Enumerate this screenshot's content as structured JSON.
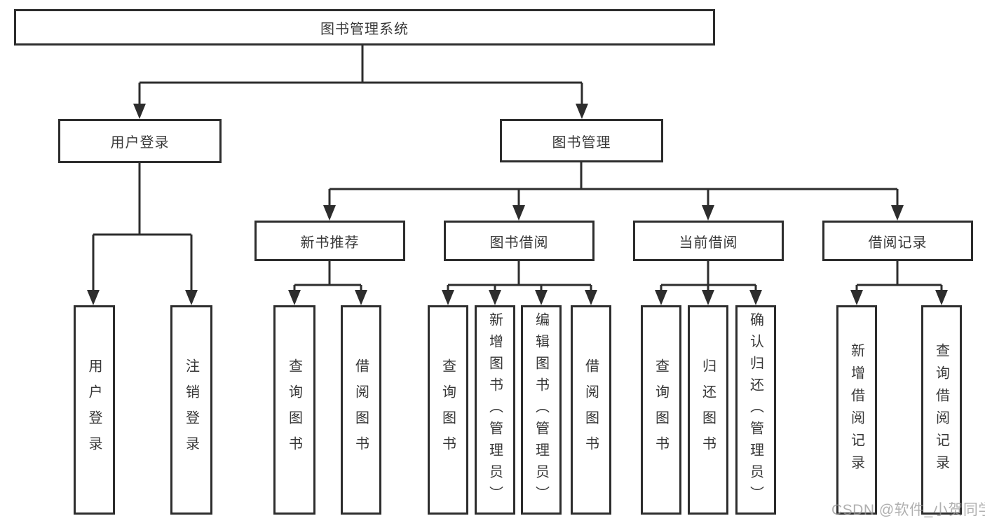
{
  "watermark": {
    "text": "CSDN @软件_小贺同学"
  },
  "colors": {
    "line": "#2d2d2d",
    "text": "#383838",
    "box_background": "#ffffff",
    "watermark": "#969696"
  },
  "nodes": {
    "root": {
      "label": "图书管理系统"
    },
    "user_login": {
      "label": "用户登录"
    },
    "book_mgmt": {
      "label": "图书管理"
    },
    "new_book_rec": {
      "label": "新书推荐"
    },
    "book_borrow": {
      "label": "图书借阅"
    },
    "current_borrow": {
      "label": "当前借阅"
    },
    "borrow_records": {
      "label": "借阅记录"
    },
    "leaf_user_login": {
      "label": "用户登录"
    },
    "leaf_logout": {
      "label": "注销登录"
    },
    "leaf_rec_query_book": {
      "label": "查询图书"
    },
    "leaf_rec_borrow_book": {
      "label": "借阅图书"
    },
    "leaf_bor_query_book": {
      "label": "查询图书"
    },
    "leaf_bor_add_book": {
      "label": "新增图书（管理员）"
    },
    "leaf_bor_edit_book": {
      "label": "编辑图书（管理员）"
    },
    "leaf_bor_borrow_book": {
      "label": "借阅图书"
    },
    "leaf_cur_query_book": {
      "label": "查询图书"
    },
    "leaf_cur_return_book": {
      "label": "归还图书"
    },
    "leaf_cur_confirm_return": {
      "label": "确认归还（管理员）"
    },
    "leaf_recs_add_record": {
      "label": "新增借阅记录"
    },
    "leaf_recs_query_record": {
      "label": "查询借阅记录"
    }
  },
  "hierarchy": {
    "label": "图书管理系统",
    "children": [
      {
        "label": "用户登录",
        "children": [
          {
            "label": "用户登录"
          },
          {
            "label": "注销登录"
          }
        ]
      },
      {
        "label": "图书管理",
        "children": [
          {
            "label": "新书推荐",
            "children": [
              {
                "label": "查询图书"
              },
              {
                "label": "借阅图书"
              }
            ]
          },
          {
            "label": "图书借阅",
            "children": [
              {
                "label": "查询图书"
              },
              {
                "label": "新增图书（管理员）"
              },
              {
                "label": "编辑图书（管理员）"
              },
              {
                "label": "借阅图书"
              }
            ]
          },
          {
            "label": "当前借阅",
            "children": [
              {
                "label": "查询图书"
              },
              {
                "label": "归还图书"
              },
              {
                "label": "确认归还（管理员）"
              }
            ]
          },
          {
            "label": "借阅记录",
            "children": [
              {
                "label": "新增借阅记录"
              },
              {
                "label": "查询借阅记录"
              }
            ]
          }
        ]
      }
    ]
  }
}
